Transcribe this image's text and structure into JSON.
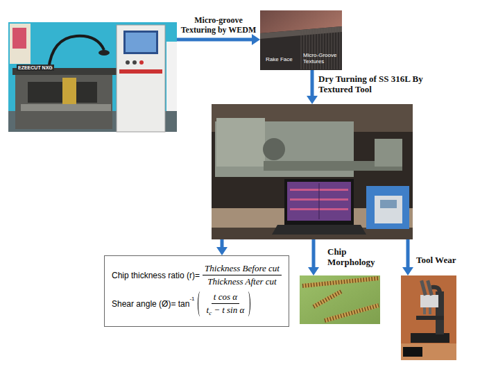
{
  "diagram": {
    "nodes": [
      {
        "text": [
          "EZEECUT NXG"
        ]
      },
      {
        "text": [
          "Rake Face",
          "Micro-Groove Textures"
        ]
      },
      {
        "text": [
          "Dry Turning of SS 316L By Textured Tool"
        ]
      },
      {
        "text": [
          "Chip thickness ratio (r)=",
          "Thickness Before cut",
          "Thickness After cut",
          "Shear angle (Ø)= tan",
          "-1",
          "t cos α",
          "t",
          "c",
          "− t sin α"
        ]
      },
      {
        "text": [
          "Chip Morphology"
        ]
      },
      {
        "text": [
          "Tool Wear"
        ]
      }
    ],
    "edges": [
      {
        "from": 0,
        "to": 1,
        "arrow": "to",
        "label": "Micro-groove Texturing by WEDM"
      },
      {
        "from": 1,
        "to": 2,
        "arrow": "to"
      },
      {
        "from": 2,
        "to": 3,
        "arrow": "to"
      },
      {
        "from": 2,
        "to": 4,
        "arrow": "to"
      },
      {
        "from": 2,
        "to": 5,
        "arrow": "to"
      }
    ]
  }
}
